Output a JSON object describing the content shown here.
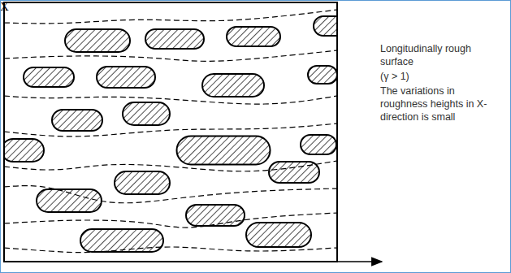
{
  "diagram": {
    "labels": [
      "Longitudinally rough surface",
      "(γ > 1)",
      "The variations in roughness heights in X-direction is small",
      "X"
    ]
  }
}
